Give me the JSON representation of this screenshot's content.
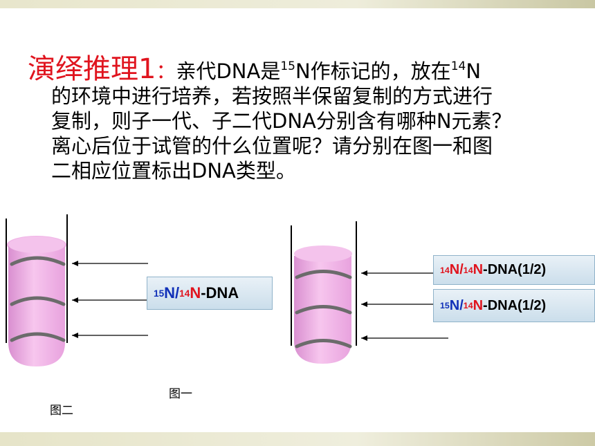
{
  "heading": {
    "title": "演绎推理1",
    "colon": "：",
    "line1": {
      "a": "亲代DNA是",
      "sup1": "15",
      "b": "N作标记的，放在",
      "sup2": "14",
      "c": "N"
    },
    "line2": "的环境中进行培养，若按照半保留复制的方式进行",
    "line3": "复制，则子一代、子二代DNA分别含有哪种N元素？",
    "line4": "离心后位于试管的什么位置呢？请分别在图一和图",
    "line5": "二相应位置标出DNA类型。"
  },
  "figure1": {
    "caption": "图一",
    "label": {
      "sup_a": "15",
      "n_a": "N/",
      "sup_b": "14",
      "n_b": "N",
      "suffix": "-DNA"
    }
  },
  "figure2": {
    "caption": "图二",
    "label_top": {
      "sup_a": "14",
      "n_a": "N/",
      "sup_b": "14",
      "n_b": "N",
      "suffix": "-DNA(1/2)"
    },
    "label_bottom": {
      "sup_a": "15",
      "n_a": "N/",
      "sup_b": "14",
      "n_b": "N",
      "suffix": "-DNA(1/2)"
    }
  },
  "colors": {
    "title_red": "#e0141e",
    "n15_blue": "#1030b8",
    "tube_fill": "#f3b7e9",
    "band_gray": "#6b6b6b"
  }
}
